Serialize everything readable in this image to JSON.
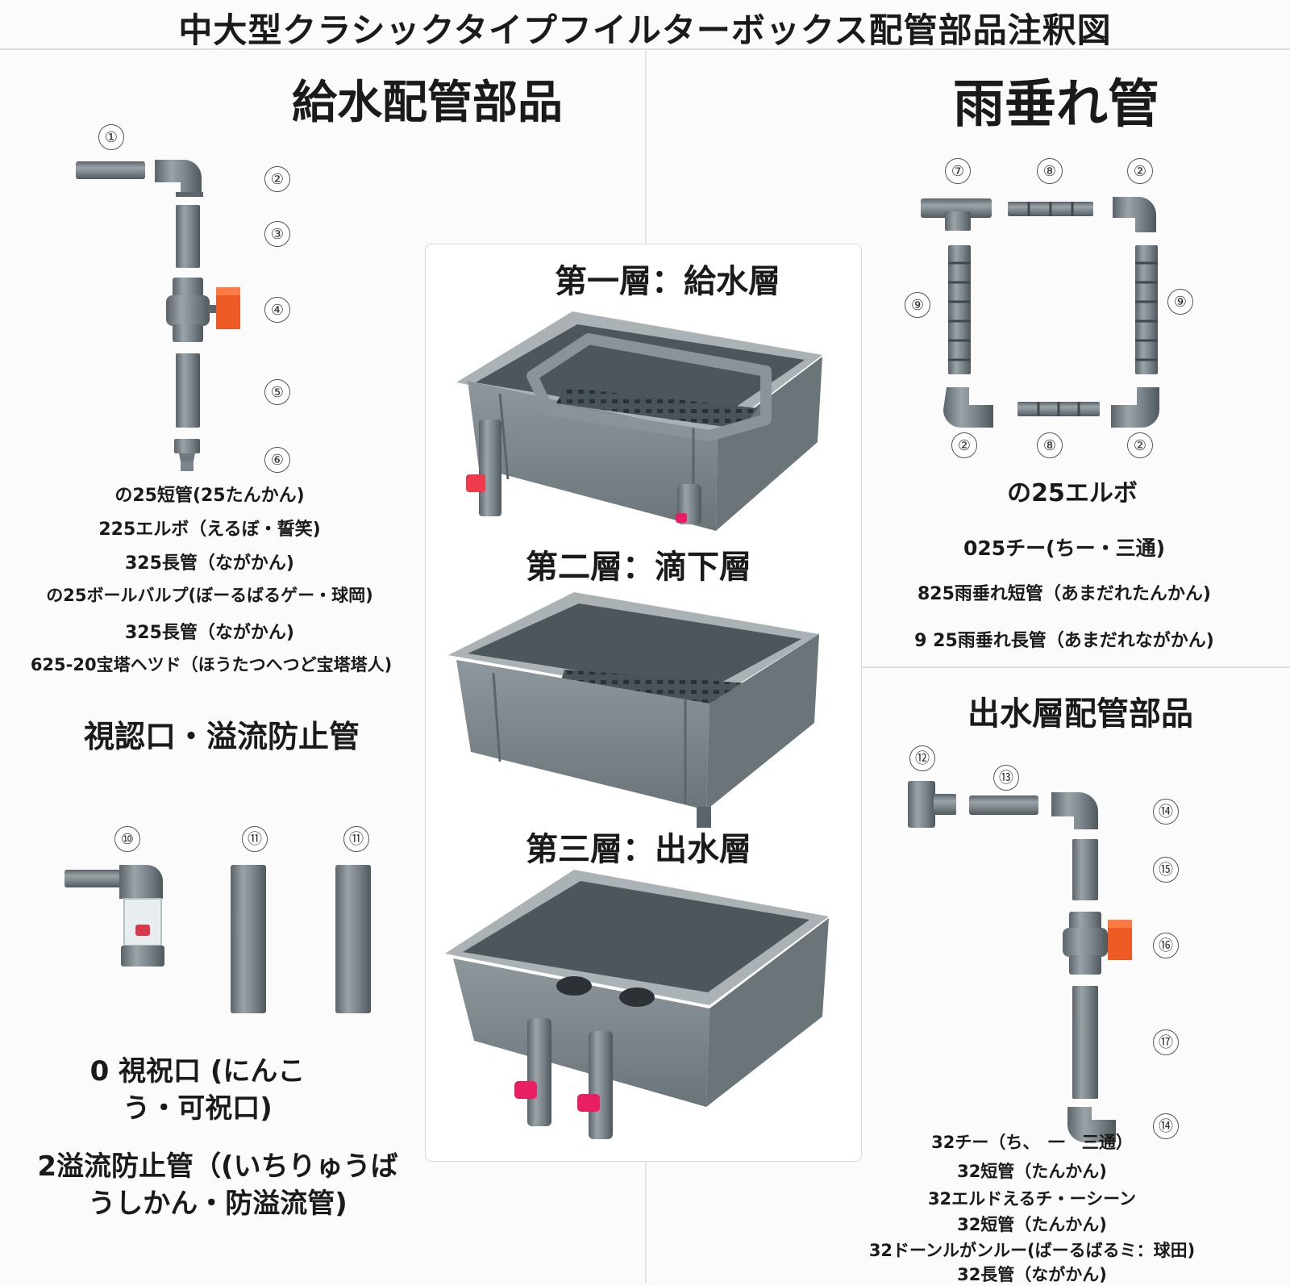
{
  "title": "中大型クラシックタイプフイルターボックス配管部品注釈図",
  "sections": {
    "water_supply": {
      "title": "給水配管部品",
      "numbers": [
        "①",
        "②",
        "③",
        "④",
        "⑤",
        "⑥"
      ],
      "labels": [
        "の25短管(25たんかん)",
        "225エルボ（えるぼ・誓笑)",
        "325長管（ながかん)",
        "の25ボールバルプ(ぼーるばるゲー・球岡)",
        "325長管（ながかん)",
        "625-20宝塔ヘツド（ほうたつへつど宝塔塔人)"
      ]
    },
    "rain_pipe": {
      "title": "雨垂れ管",
      "numbers": [
        "⑦",
        "⑧",
        "②",
        "⑨",
        "⑨",
        "②",
        "⑧",
        "②"
      ],
      "labels": [
        "の25エルボ",
        "025チー(ちー・三通)",
        "825雨垂れ短管（あまだれたんかん)",
        "9 25雨垂れ長管（あまだれながかん)"
      ]
    },
    "overflow": {
      "title": "視認口・溢流防止管",
      "numbers": [
        "⑩",
        "⑪",
        "⑪"
      ],
      "label_1": "0 視祝口 (にんこう・可祝口)",
      "label_2": "2溢流防止管（(いちりゅうばうしかん・防溢流管)"
    },
    "outlet": {
      "title": "出水層配管部品",
      "numbers": [
        "⑫",
        "⑬",
        "⑭",
        "⑮",
        "⑯",
        "⑰",
        "⑭"
      ],
      "labels": [
        "32チー（ち、　一　三通）",
        "32短管（たんかん)",
        "32エルドえるチ・ーシーン",
        "32短管（たんかん)",
        "32ドーンルがンルー(ばーるばるミ：球田)",
        "32長管（ながかん)"
      ]
    }
  },
  "layers": {
    "layer1": "第一層：給水層",
    "layer2": "第二層：滴下層",
    "layer3": "第三層：出水層"
  },
  "colors": {
    "pvc_gray": "#6f7a80",
    "box_gray": "#7d878c",
    "valve_orange": "#ee5a24",
    "valve_pink": "#e91e63"
  }
}
